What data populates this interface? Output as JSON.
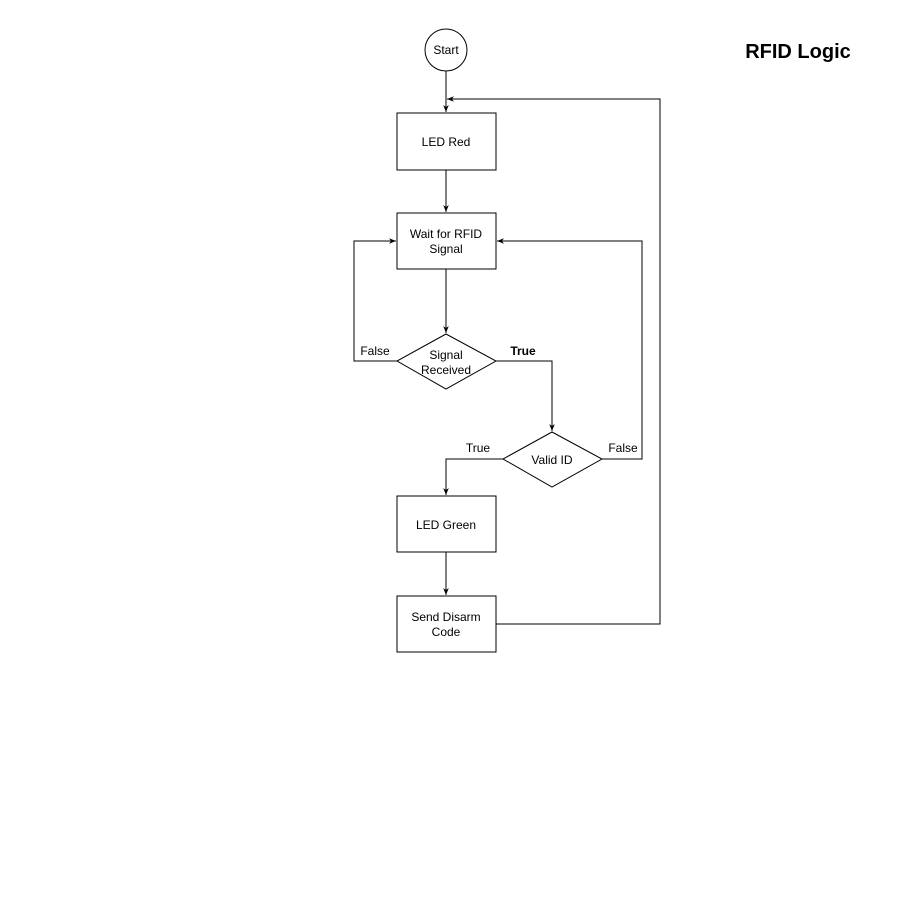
{
  "title": "RFID Logic",
  "nodes": {
    "start": "Start",
    "led_red": "LED Red",
    "wait_line1": "Wait for RFID",
    "wait_line2": "Signal",
    "signal_line1": "Signal",
    "signal_line2": "Received",
    "valid_id": "Valid ID",
    "led_green": "LED Green",
    "send_line1": "Send Disarm",
    "send_line2": "Code"
  },
  "edge_labels": {
    "signal_false": "False",
    "signal_true": "True",
    "valid_true": "True",
    "valid_false": "False"
  },
  "colors": {
    "stroke": "#000000",
    "fill": "#ffffff"
  }
}
